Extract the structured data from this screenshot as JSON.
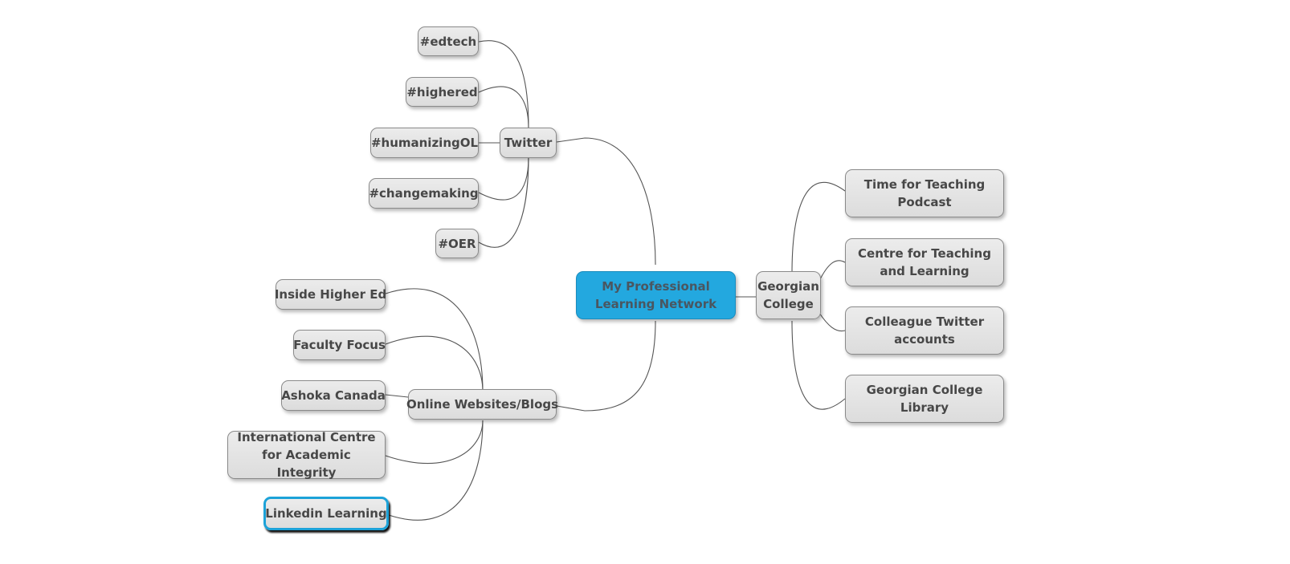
{
  "map": {
    "root": "My Professional Learning Network",
    "branches": {
      "twitter": {
        "label": "Twitter",
        "children": [
          "#edtech",
          "#highered",
          "#humanizingOL",
          "#changemaking",
          "#OER"
        ]
      },
      "online": {
        "label": "Online Websites/Blogs",
        "children": [
          "Inside Higher Ed",
          "Faculty Focus",
          "Ashoka Canada",
          "International Centre for Academic Integrity",
          "Linkedin Learning"
        ]
      },
      "georgian": {
        "label": "Georgian College",
        "children": [
          "Time for Teaching Podcast",
          "Centre for Teaching and Learning",
          "Colleague Twitter accounts",
          "Georgian College Library"
        ]
      }
    },
    "selected_node": "Linkedin Learning"
  },
  "colors": {
    "root_fill": "#23a8df",
    "node_fill": "#e2e2e2",
    "selection_border": "#1ca2d8",
    "line": "#555555"
  }
}
